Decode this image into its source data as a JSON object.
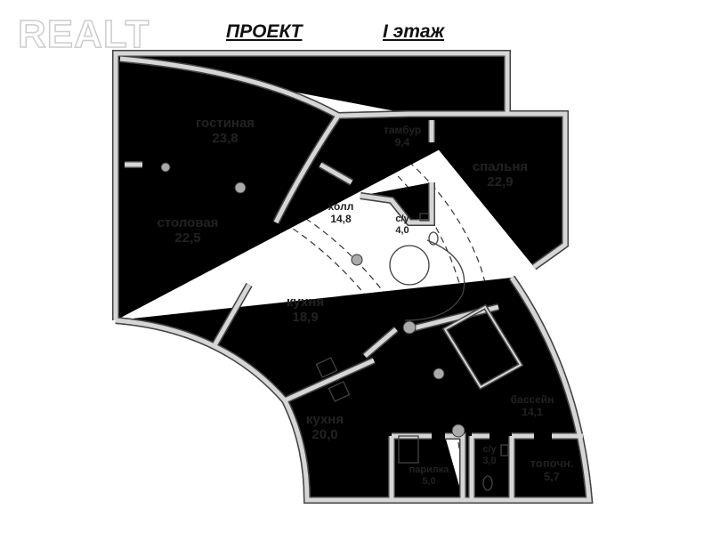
{
  "watermark": "REALT",
  "header": {
    "project": "ПРОЕКТ",
    "floor": "I этаж"
  },
  "rooms": [
    {
      "name": "гостиная",
      "area": "23,8"
    },
    {
      "name": "тамбур",
      "area": "9,4"
    },
    {
      "name": "спальня",
      "area": "22,9"
    },
    {
      "name": "холл",
      "area": "14,8"
    },
    {
      "name": "с/у",
      "area": "4,0"
    },
    {
      "name": "столовая",
      "area": "22,5"
    },
    {
      "name": "кухня",
      "area": "18,9"
    },
    {
      "name": "кухня",
      "area": "20,0"
    },
    {
      "name": "бассейн",
      "area": "14,1"
    },
    {
      "name": "парилка",
      "area": "5,0"
    },
    {
      "name": "с/у",
      "area": "3,0"
    },
    {
      "name": "топочн.",
      "area": "5,7"
    }
  ]
}
